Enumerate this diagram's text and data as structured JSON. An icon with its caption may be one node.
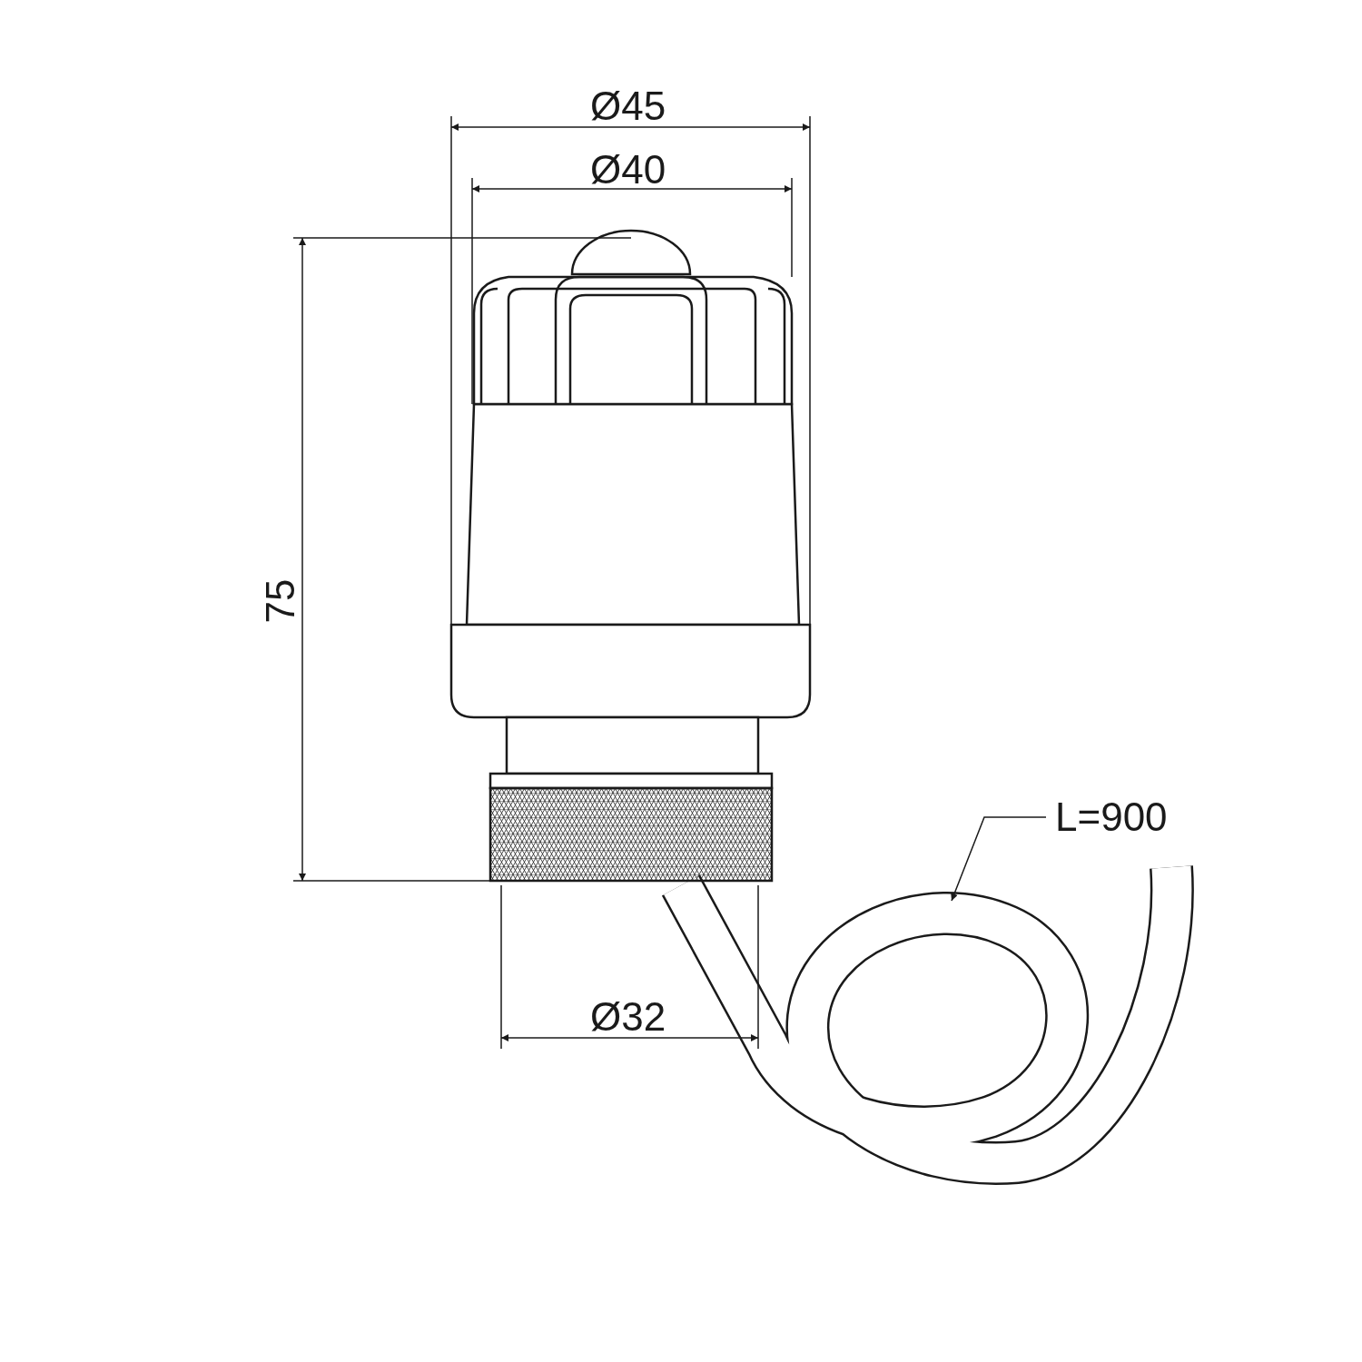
{
  "diagram": {
    "nodes": [
      {
        "text": [
          "L=900"
        ]
      },
      {
        "text": [],
        "shape": "picture"
      }
    ],
    "edges": [
      {
        "from": 0,
        "to": 1,
        "arrow": "to"
      }
    ],
    "labels": [
      "Ø45",
      "Ø40",
      "75",
      "Ø32"
    ]
  }
}
